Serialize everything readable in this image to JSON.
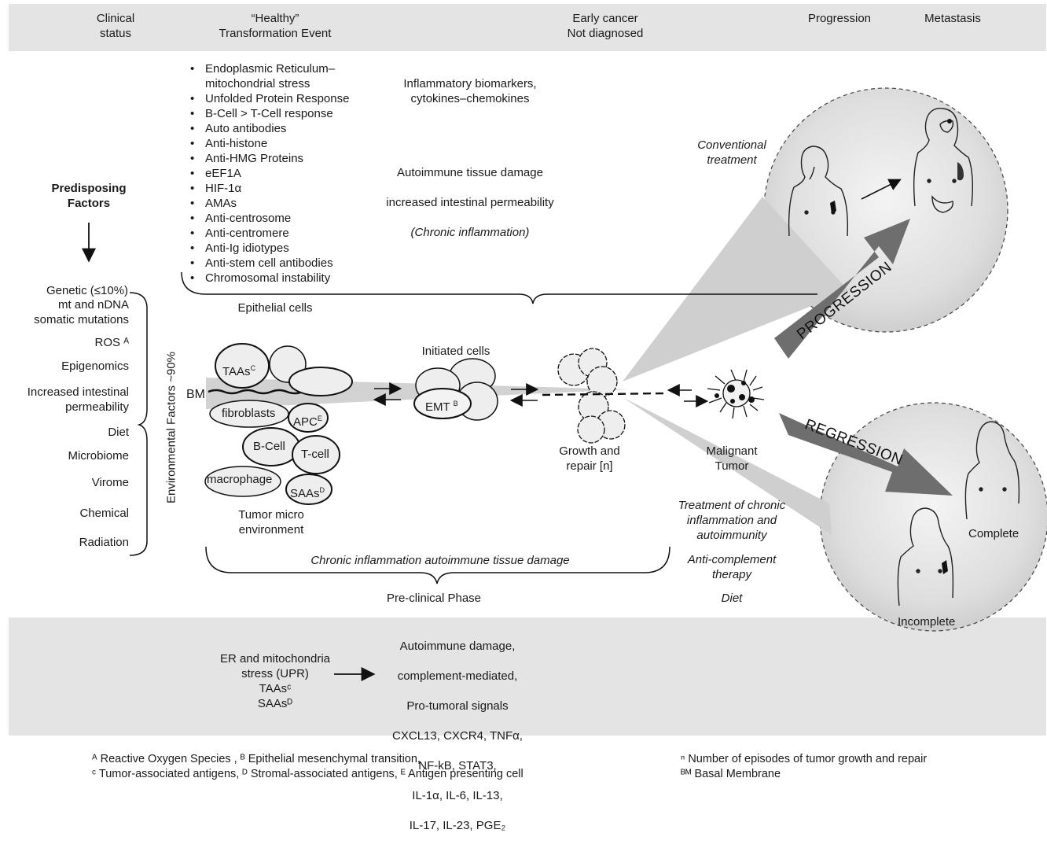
{
  "header": {
    "clinical_status": "Clinical\nstatus",
    "healthy": "“Healthy”\nTransformation Event",
    "early_cancer": "Early cancer\nNot diagnosed",
    "progression": "Progression",
    "metastasis": "Metastasis"
  },
  "left": {
    "predisposing": "Predisposing\nFactors",
    "genetic": "Genetic (≤10%)",
    "env_vertical": "Environmental Factors ~90%",
    "env_items": [
      "mt and nDNA\nsomatic mutations",
      "ROS ᴬ",
      "Epigenomics",
      "Increased intestinal\npermeability",
      "Diet",
      "Microbiome",
      "Virome",
      "Chemical",
      "Radiation"
    ]
  },
  "markers": [
    "Endoplasmic Reticulum–\nmitochondrial stress",
    "Unfolded Protein Response",
    "B-Cell > T-Cell response",
    "Auto antibodies",
    "Anti-histone",
    "Anti-HMG Proteins",
    "eEF1A",
    "HIF-1α",
    "AMAs",
    "Anti-centrosome",
    "Anti-centromere",
    "Anti-Ig idiotypes",
    "Anti-stem cell antibodies",
    "Chromosomal instability"
  ],
  "middle": {
    "inflammatory": "Inflammatory biomarkers,\ncytokines–chemokines",
    "autoimmune_line1": "Autoimmune tissue damage",
    "autoimmune_line2": "increased intestinal permeability",
    "autoimmune_line3": "(Chronic inflammation)",
    "epithelial": "Epithelial cells",
    "initiated": "Initiated cells",
    "emt": "EMT",
    "emt_sup": "B",
    "growth": "Growth and\nrepair [n]",
    "malignant": "Malignant\nTumor",
    "bm": "BM",
    "tumor_micro": "Tumor micro\nenvironment",
    "chronic": "Chronic inflammation autoimmune tissue damage",
    "preclinical": "Pre-clinical Phase"
  },
  "cells": {
    "taas": "TAAs",
    "taas_sup": "C",
    "fibroblasts": "fibroblasts",
    "apc": "APC",
    "apc_sup": "E",
    "bcell": "B-Cell",
    "tcell": "T-cell",
    "macrophage": "macrophage",
    "saas": "SAAs",
    "saas_sup": "D"
  },
  "right": {
    "conventional": "Conventional\ntreatment",
    "progression_arrow": "PROGRESSION",
    "regression_arrow": "REGRESSION",
    "treatment": "Treatment of chronic\ninflammation and\nautoimmunity",
    "anticomplement": "Anti-complement\ntherapy",
    "diet": "Diet",
    "complete": "Complete",
    "incomplete": "Incomplete"
  },
  "bottom": {
    "er_stress": "ER and mitochondria\nstress (UPR)\nTAAsᶜ\nSAAsᴰ",
    "signals": [
      "Autoimmune damage,",
      "complement-mediated,",
      "Pro-tumoral signals",
      "CXCL13, CXCR4, TNFα,",
      "NF-kB, STAT3,",
      "IL-1α, IL-6, IL-13,",
      "IL-17, IL-23, PGE₂"
    ]
  },
  "footnotes": {
    "left_line1": "ᴬ Reactive Oxygen Species , ᴮ Epithelial mesenchymal transition,",
    "left_line2": "ᶜ Tumor-associated antigens, ᴰ Stromal-associated antigens, ᴱ Antigen presenting cell",
    "right_line1": "ⁿ Number of episodes of tumor growth and repair",
    "right_line2": "ᴮᴹ Basal Membrane"
  },
  "colors": {
    "band": "#e4e4e4",
    "wedge": "#cfcfcf",
    "big_arrow": "#6e6e6e",
    "circle": "#dcdcdc"
  }
}
